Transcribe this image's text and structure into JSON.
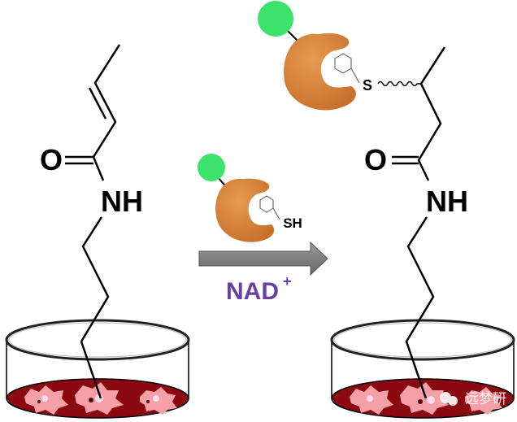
{
  "left_molecule": {
    "oxygen": "O",
    "amine": "NH"
  },
  "right_molecule": {
    "oxygen": "O",
    "amine": "NH",
    "sulfur": "S"
  },
  "reagent": {
    "thiol": "SH",
    "cofactor": "NAD",
    "cofactor_charge": "+"
  },
  "watermark": "远梦研",
  "colors": {
    "enzyme": "#d9823a",
    "tag": "#3be36b",
    "arrow": "#7f7f7f",
    "nad": "#6a3fa0",
    "medium": "#8b0a12",
    "cells": "#f4a0a6"
  }
}
